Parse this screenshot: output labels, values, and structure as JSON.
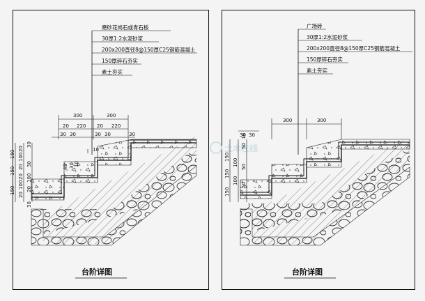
{
  "left_detail": {
    "title": "台阶详图",
    "layers": [
      "磨砂花岗石或青石板",
      "30厚1:2水泥砂浆",
      "200x200直径8@150厚C25钢筋混凝土",
      "150厚碎石夯实",
      "素土夯实"
    ],
    "dims_top_tread": [
      "300",
      "300"
    ],
    "dims_top_parts": [
      "20",
      "220",
      "20",
      "220"
    ],
    "dims_top_small": [
      "30",
      "30",
      "30",
      "30",
      "30"
    ],
    "dims_left": [
      "150",
      "150",
      "150",
      "20",
      "100",
      "20",
      "30",
      "20",
      "100",
      "20",
      "30",
      "100",
      "20",
      "30"
    ],
    "dims_mid": [
      "10",
      "40",
      "30",
      "10"
    ]
  },
  "right_detail": {
    "title": "台阶详图",
    "layers": [
      "广场砖",
      "30厚1:2水泥砂浆",
      "200x200直径8@150厚C25钢筋混凝土",
      "150厚碎石夯实",
      "素土夯实"
    ],
    "dims_top_tread": [
      "300",
      "300"
    ],
    "dims_top_small": [
      "30",
      "30"
    ],
    "dims_left": [
      "150",
      "150",
      "150",
      "10",
      "50",
      "100",
      "50",
      "100",
      "50"
    ]
  },
  "watermark": "土木在线"
}
